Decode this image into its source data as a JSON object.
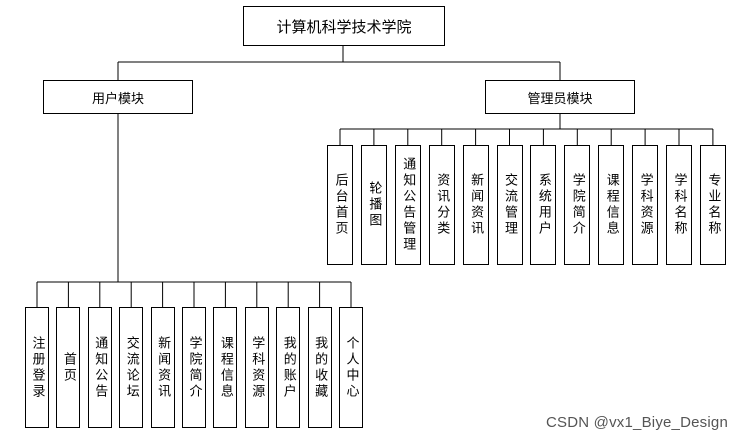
{
  "root": {
    "label": "计算机科学技术学院"
  },
  "user_module": {
    "label": "用户模块",
    "items": [
      "注册登录",
      "首页",
      "通知公告",
      "交流论坛",
      "新闻资讯",
      "学院简介",
      "课程信息",
      "学科资源",
      "我的账户",
      "我的收藏",
      "个人中心"
    ]
  },
  "admin_module": {
    "label": "管理员模块",
    "items": [
      "后台首页",
      "轮播图",
      "通知公告管理",
      "资讯分类",
      "新闻资讯",
      "交流管理",
      "系统用户",
      "学院简介",
      "课程信息",
      "学科资源",
      "学科名称",
      "专业名称"
    ]
  },
  "watermark": {
    "text": "CSDN @vx1_Biye_Design"
  }
}
